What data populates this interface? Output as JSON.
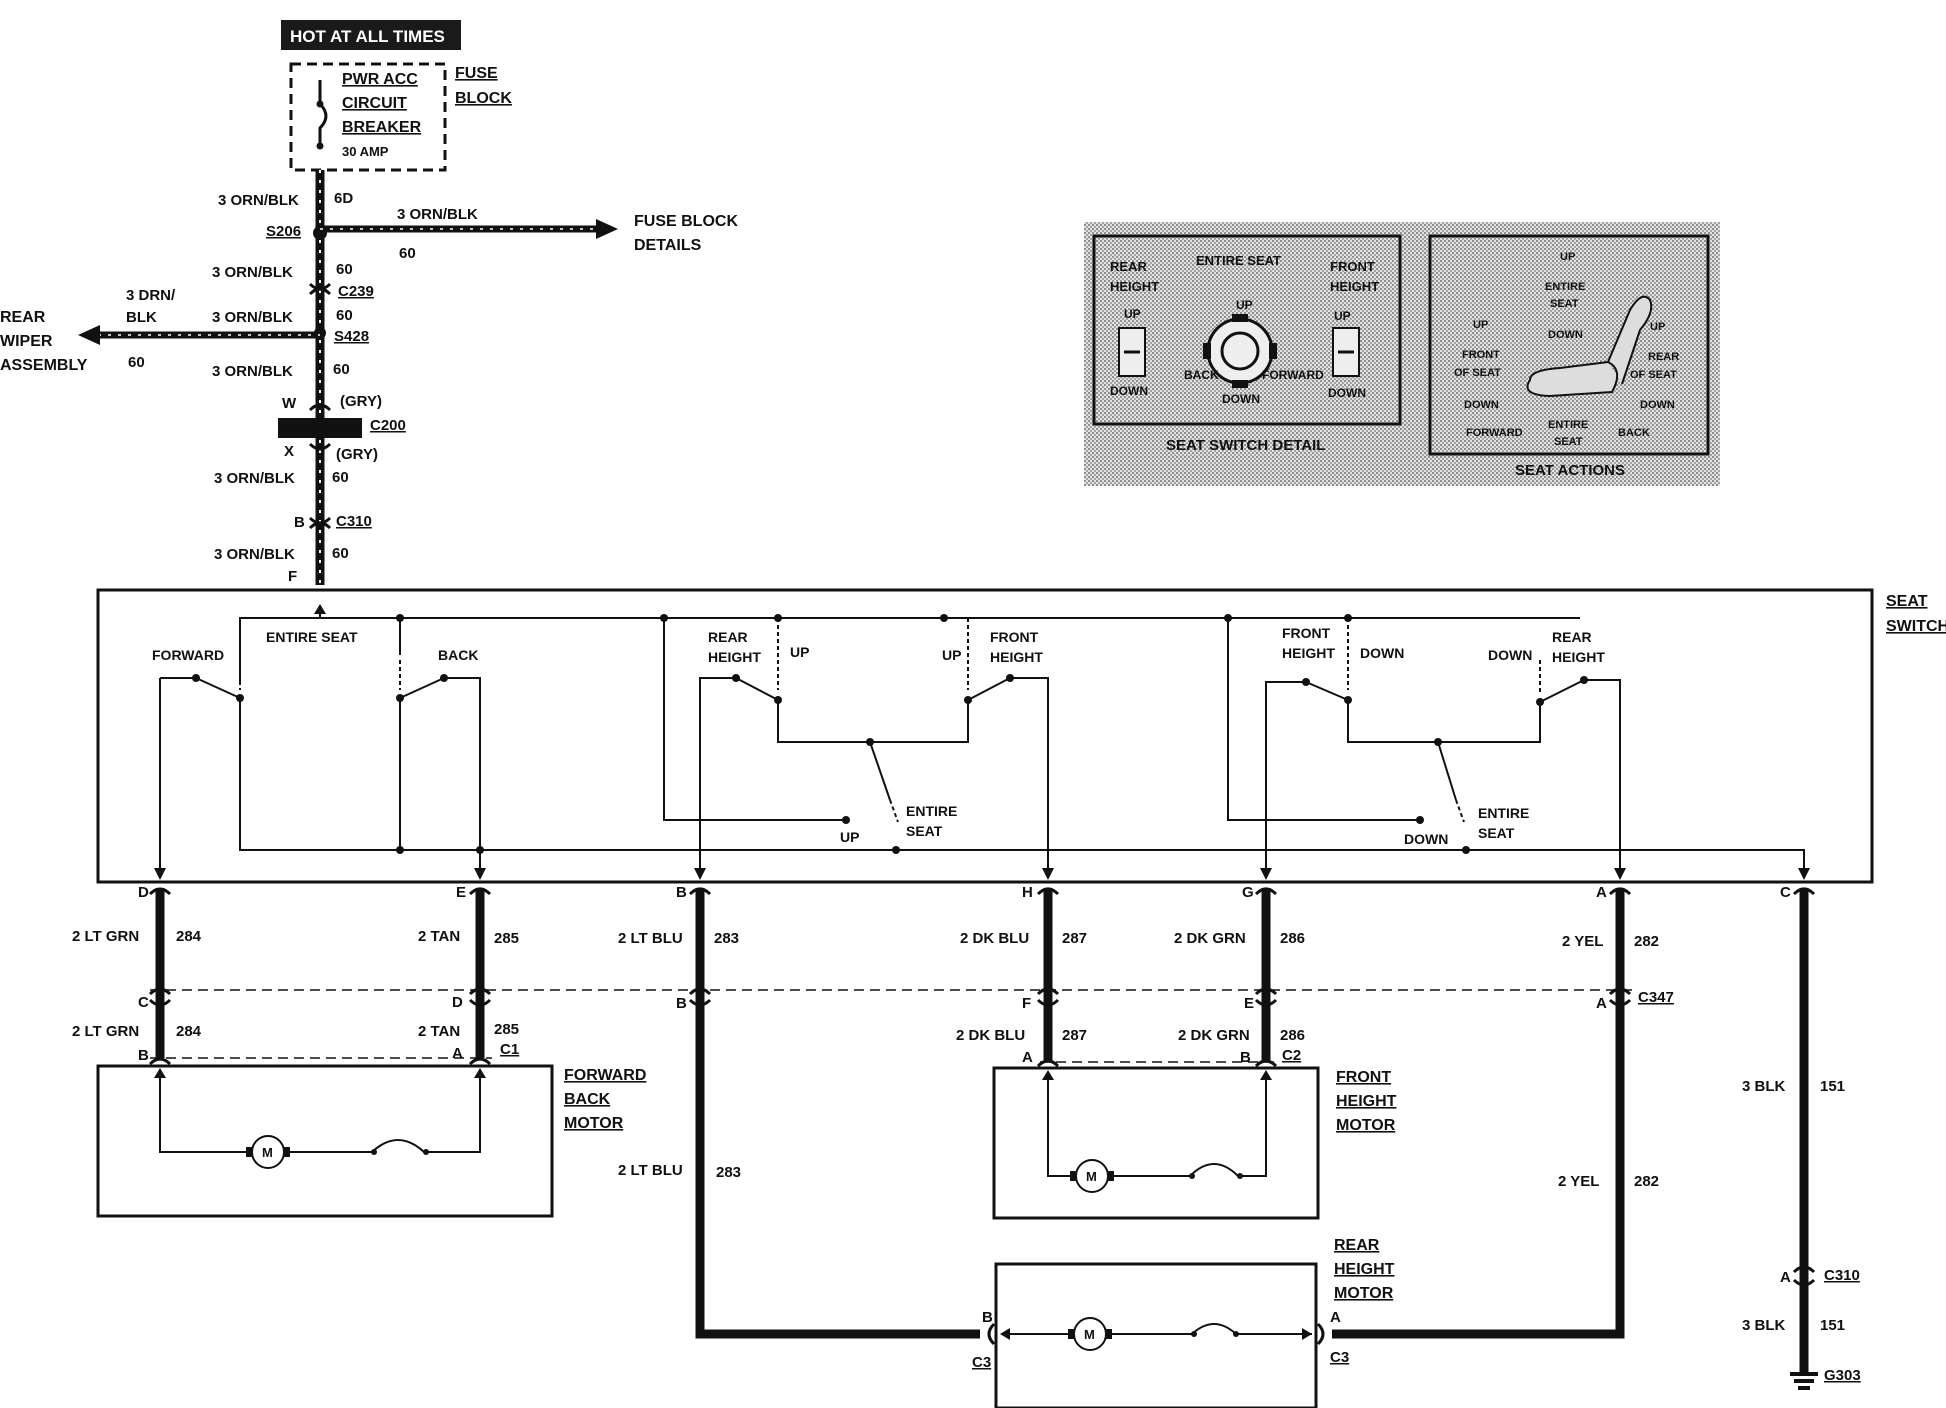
{
  "header": {
    "hot_label": "HOT AT ALL TIMES"
  },
  "fuse": {
    "line1": "PWR ACC",
    "line2": "CIRCUIT",
    "line3": "BREAKER",
    "amp": "30 AMP",
    "block1": "FUSE",
    "block2": "BLOCK"
  },
  "wires": {
    "orn_blk": "3 ORN/BLK",
    "orn_blk_split1": "3 DRN/",
    "orn_blk_split2": "BLK",
    "ckt60": "60",
    "ckt60_alt": "6D",
    "lt_grn": "2 LT GRN",
    "c284": "284",
    "tan": "2 TAN",
    "c285": "285",
    "lt_blu": "2 LT BLU",
    "c283": "283",
    "dk_blu": "2 DK BLU",
    "c287": "287",
    "dk_grn": "2 DK GRN",
    "c286": "286",
    "dk_grn_alt": "2 DK GRN",
    "yel": "2 YEL",
    "c282": "282",
    "blk": "3 BLK",
    "c151": "151"
  },
  "splices": {
    "s206": "S206",
    "s428": "S428"
  },
  "connectors": {
    "c239": "C239",
    "c200": "C200",
    "gry": "(GRY)",
    "c310": "C310",
    "c347": "C347",
    "c1": "C1",
    "c2": "C2",
    "c3": "C3",
    "g303": "G303",
    "pin_w": "W",
    "pin_x": "X",
    "pin_b": "B",
    "pin_f": "F",
    "pin_d": "D",
    "pin_e": "E",
    "pin_h": "H",
    "pin_g": "G",
    "pin_a": "A",
    "pin_c": "C"
  },
  "destinations": {
    "fuse_details1": "FUSE BLOCK",
    "fuse_details2": "DETAILS",
    "rear_wiper1": "REAR",
    "rear_wiper2": "WIPER",
    "rear_wiper3": "ASSEMBLY"
  },
  "switch": {
    "title1": "SEAT",
    "title2": "SWITCH",
    "forward": "FORWARD",
    "entire_seat": "ENTIRE SEAT",
    "back": "BACK",
    "rear_height1": "REAR",
    "rear_height2": "HEIGHT",
    "front_height1": "FRONT",
    "front_height2": "HEIGHT",
    "up": "UP",
    "down": "DOWN",
    "entire1": "ENTIRE",
    "entire2": "SEAT"
  },
  "motors": {
    "fb1": "FORWARD",
    "fb2": "BACK",
    "fb3": "MOTOR",
    "fh1": "FRONT",
    "fh2": "HEIGHT",
    "fh3": "MOTOR",
    "rh1": "REAR",
    "rh2": "HEIGHT",
    "rh3": "MOTOR",
    "m": "M"
  },
  "inset": {
    "detail_title": "SEAT SWITCH DETAIL",
    "actions_title": "SEAT ACTIONS",
    "rear1": "REAR",
    "rear2": "HEIGHT",
    "entire_seat": "ENTIRE SEAT",
    "front1": "FRONT",
    "front2": "HEIGHT",
    "up": "UP",
    "down": "DOWN",
    "back": "BACK",
    "forward": "FORWARD",
    "a_up": "UP",
    "a_entire": "ENTIRE",
    "a_seat": "SEAT",
    "a_down": "DOWN",
    "a_front": "FRONT",
    "a_of_seat": "OF SEAT",
    "a_rear": "REAR",
    "a_forward": "FORWARD",
    "a_back": "BACK"
  }
}
